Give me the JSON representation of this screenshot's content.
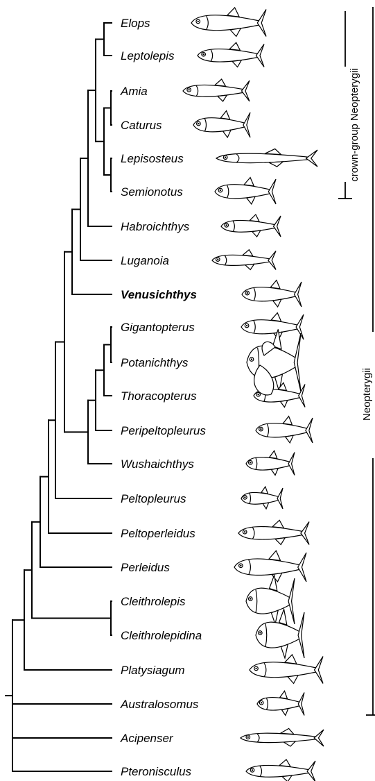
{
  "taxa": [
    {
      "name": "Elops",
      "bold": false
    },
    {
      "name": "Leptolepis",
      "bold": false
    },
    {
      "name": "Amia",
      "bold": false
    },
    {
      "name": "Caturus",
      "bold": false
    },
    {
      "name": "Lepisosteus",
      "bold": false
    },
    {
      "name": "Semionotus",
      "bold": false
    },
    {
      "name": "Habroichthys",
      "bold": false
    },
    {
      "name": "Luganoia",
      "bold": false
    },
    {
      "name": "Venusichthys",
      "bold": true
    },
    {
      "name": "Gigantopterus",
      "bold": false
    },
    {
      "name": "Potanichthys",
      "bold": false
    },
    {
      "name": "Thoracopterus",
      "bold": false
    },
    {
      "name": "Peripeltopleurus",
      "bold": false
    },
    {
      "name": "Wushaichthys",
      "bold": false
    },
    {
      "name": "Peltopleurus",
      "bold": false
    },
    {
      "name": "Peltoperleidus",
      "bold": false
    },
    {
      "name": "Perleidus",
      "bold": false
    },
    {
      "name": "Cleithrolepis",
      "bold": false
    },
    {
      "name": "Cleithrolepidina",
      "bold": false
    },
    {
      "name": "Platysiagum",
      "bold": false
    },
    {
      "name": "Australosomus",
      "bold": false
    },
    {
      "name": "Acipenser",
      "bold": false
    },
    {
      "name": "Pteronisculus",
      "bold": false
    }
  ],
  "groups": {
    "crown": {
      "label": "crown-group Neopterygii"
    },
    "neo": {
      "label": "Neopterygii"
    }
  }
}
